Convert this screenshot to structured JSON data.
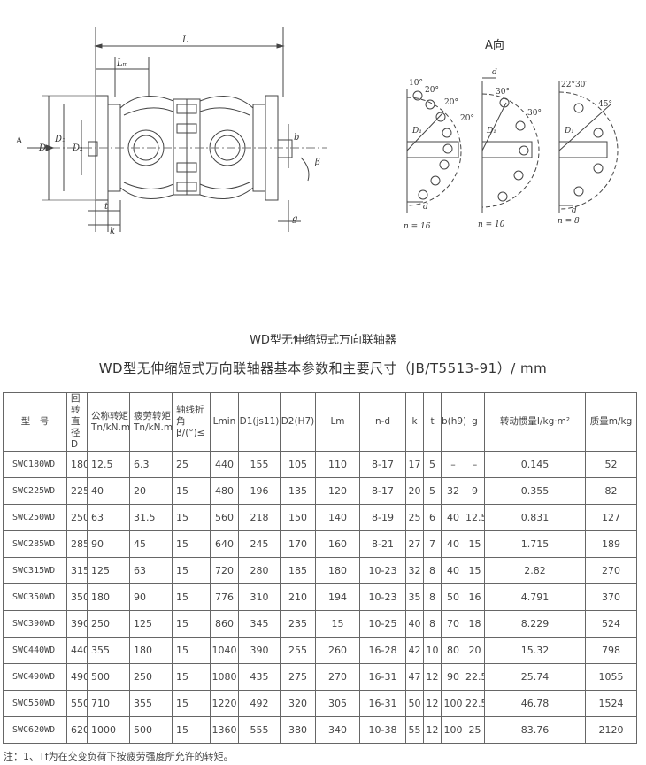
{
  "drawing": {
    "view_label": "A向",
    "labels": {
      "L": "L",
      "Lm": "Lₘ",
      "A": "A",
      "D": "D",
      "D1": "D₁",
      "D2": "D₂",
      "t": "t",
      "k": "k",
      "b": "b",
      "beta": "β",
      "g": "g",
      "d": "d"
    },
    "views": [
      {
        "n_label": "n = 16",
        "angles": [
          "10°",
          "20°",
          "20°",
          "20°"
        ]
      },
      {
        "n_label": "n = 10",
        "angles": [
          "30°",
          "30°"
        ]
      },
      {
        "n_label": "n = 8",
        "angles": [
          "22°30′",
          "45°"
        ]
      }
    ]
  },
  "captions": {
    "title": "WD型无伸缩短式万向联轴器",
    "subtitle": "WD型无伸缩短式万向联轴器基本参数和主要尺寸（JB/T5513-91）/ mm"
  },
  "table": {
    "headers": [
      "型　号",
      "回转直径D",
      "公称转矩Tn/kN.m",
      "疲劳转矩Tn/kN.m",
      "轴线折角β/(°)≤",
      "Lmin",
      "D1(js11)",
      "D2(H7)",
      "Lm",
      "n-d",
      "k",
      "t",
      "b(h9)",
      "g",
      "转动惯量I/kg·m²",
      "质量m/kg"
    ],
    "rows": [
      [
        "SWC180WD",
        "180",
        "12.5",
        "6.3",
        "25",
        "440",
        "155",
        "105",
        "110",
        "8-17",
        "17",
        "5",
        "–",
        "–",
        "0.145",
        "52"
      ],
      [
        "SWC225WD",
        "225",
        "40",
        "20",
        "15",
        "480",
        "196",
        "135",
        "120",
        "8-17",
        "20",
        "5",
        "32",
        "9",
        "0.355",
        "82"
      ],
      [
        "SWC250WD",
        "250",
        "63",
        "31.5",
        "15",
        "560",
        "218",
        "150",
        "140",
        "8-19",
        "25",
        "6",
        "40",
        "12.5",
        "0.831",
        "127"
      ],
      [
        "SWC285WD",
        "285",
        "90",
        "45",
        "15",
        "640",
        "245",
        "170",
        "160",
        "8-21",
        "27",
        "7",
        "40",
        "15",
        "1.715",
        "189"
      ],
      [
        "SWC315WD",
        "315",
        "125",
        "63",
        "15",
        "720",
        "280",
        "185",
        "180",
        "10-23",
        "32",
        "8",
        "40",
        "15",
        "2.82",
        "270"
      ],
      [
        "SWC350WD",
        "350",
        "180",
        "90",
        "15",
        "776",
        "310",
        "210",
        "194",
        "10-23",
        "35",
        "8",
        "50",
        "16",
        "4.791",
        "370"
      ],
      [
        "SWC390WD",
        "390",
        "250",
        "125",
        "15",
        "860",
        "345",
        "235",
        "15",
        "10-25",
        "40",
        "8",
        "70",
        "18",
        "8.229",
        "524"
      ],
      [
        "SWC440WD",
        "440",
        "355",
        "180",
        "15",
        "1040",
        "390",
        "255",
        "260",
        "16-28",
        "42",
        "10",
        "80",
        "20",
        "15.32",
        "798"
      ],
      [
        "SWC490WD",
        "490",
        "500",
        "250",
        "15",
        "1080",
        "435",
        "275",
        "270",
        "16-31",
        "47",
        "12",
        "90",
        "22.5",
        "25.74",
        "1055"
      ],
      [
        "SWC550WD",
        "550",
        "710",
        "355",
        "15",
        "1220",
        "492",
        "320",
        "305",
        "16-31",
        "50",
        "12",
        "100",
        "22.5",
        "46.78",
        "1524"
      ],
      [
        "SWC620WD",
        "620",
        "1000",
        "500",
        "15",
        "1360",
        "555",
        "380",
        "340",
        "10-38",
        "55",
        "12",
        "100",
        "25",
        "83.76",
        "2120"
      ]
    ]
  },
  "note": "注：1、Tf为在交变负荷下按疲劳强度所允许的转矩。"
}
